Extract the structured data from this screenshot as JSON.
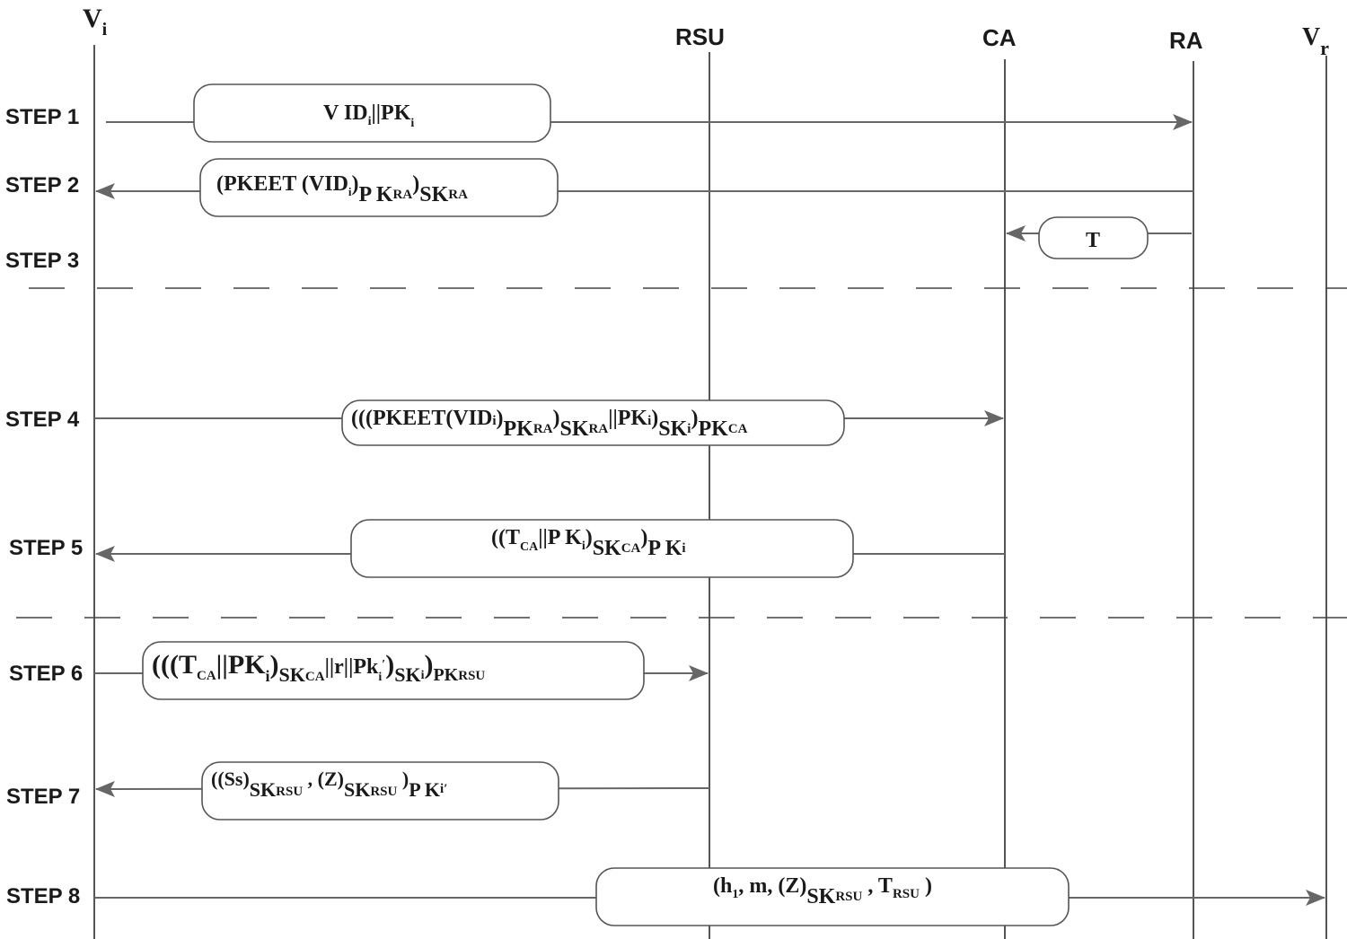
{
  "participants": {
    "vi": {
      "main": "V",
      "sub": "i"
    },
    "rsu": "RSU",
    "ca": "CA",
    "ra": "RA",
    "vr": {
      "main": "V",
      "sub": "r"
    }
  },
  "steps": [
    {
      "label": "STEP 1"
    },
    {
      "label": "STEP 2"
    },
    {
      "label": "STEP 3"
    },
    {
      "label": "STEP 4"
    },
    {
      "label": "STEP 5"
    },
    {
      "label": "STEP 6"
    },
    {
      "label": "STEP 7"
    },
    {
      "label": "STEP 8"
    }
  ],
  "messages": [
    {
      "step": "STEP 1",
      "from": "Vi",
      "to": "RA",
      "parts": {
        "a": "V ID",
        "b": "i",
        "c": "||PK",
        "d": "i"
      }
    },
    {
      "step": "STEP 2",
      "from": "RA",
      "to": "Vi",
      "parts": {
        "a": "(PKEET (VID",
        "b": "i",
        "c": ")",
        "d": "P K",
        "e": "RA",
        "f": ")",
        "g": "SK",
        "h": "RA"
      }
    },
    {
      "step": "STEP 3",
      "from": "RA",
      "to": "CA",
      "parts": {
        "a": "T"
      }
    },
    {
      "step": "STEP 4",
      "from": "Vi",
      "to": "CA",
      "parts": {
        "a": "(((PKEET(VID",
        "b": "i",
        "c": ")",
        "d": "PK",
        "e": "RA",
        "f": ")",
        "g": "SK",
        "h": "RA",
        "i": "||PK",
        "j": "i",
        "k": ")",
        "l": "SK",
        "m": "i",
        "n": ")",
        "o": "PK",
        "p": "CA"
      }
    },
    {
      "step": "STEP 5",
      "from": "CA",
      "to": "Vi",
      "parts": {
        "a": "((T",
        "b": "CA",
        "c": "||P K",
        "d": "i",
        "e": ")",
        "f": "SK",
        "g": "CA",
        "h": ")",
        "i": "P K",
        "j": "i"
      }
    },
    {
      "step": "STEP 6",
      "from": "Vi",
      "to": "RSU",
      "parts": {
        "a": "(((T",
        "b": "CA",
        "c": "||PK",
        "d": "i",
        "e": ")",
        "f": "SK",
        "g": "CA",
        "h": "||r||Pk",
        "i": "i",
        "j": "′",
        "k": ")",
        "l": "SK",
        "m": "i",
        "n": ")",
        "o": "PK",
        "p": "RSU"
      }
    },
    {
      "step": "STEP 7",
      "from": "RSU",
      "to": "Vi",
      "parts": {
        "a": "((Ss)",
        "b": "SK",
        "c": "RSU",
        "d": " , (Z)",
        "e": "SK",
        "f": "RSU",
        "g": " )",
        "h": "P K",
        "i": "i′"
      }
    },
    {
      "step": "STEP 8",
      "from": "Vi",
      "to": "Vr",
      "parts": {
        "a": "(h",
        "b": "1",
        "c": ", m, (Z)",
        "d": "SK",
        "e": "RSU",
        "f": " , T",
        "g": "RSU",
        "h": " )"
      }
    }
  ],
  "colors": {
    "line": "#555555",
    "arrow": "#666666",
    "text": "#1a1a1a",
    "box_bg": "#ffffff"
  }
}
